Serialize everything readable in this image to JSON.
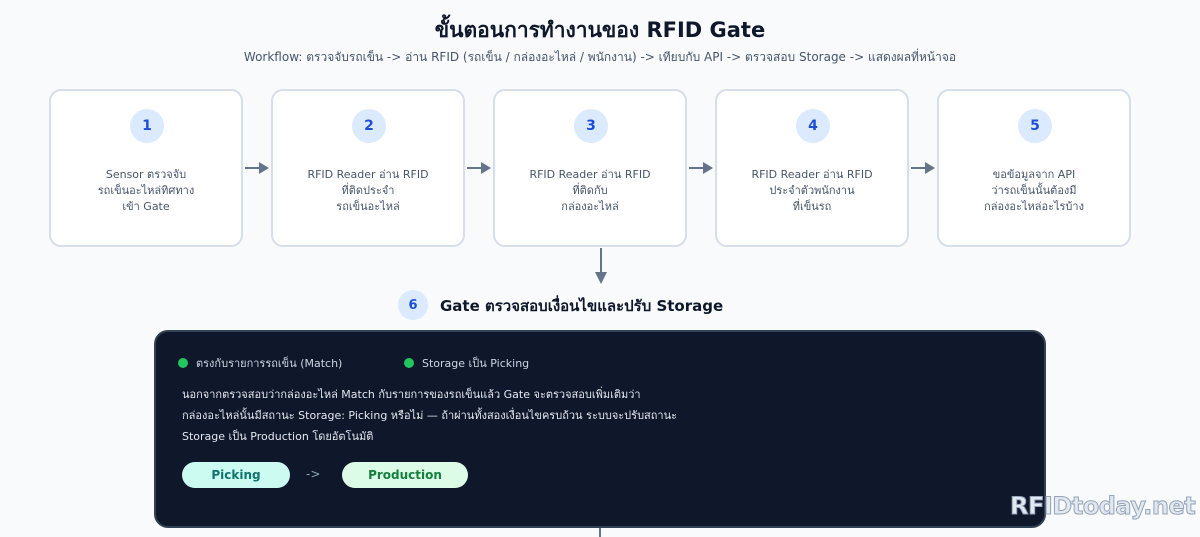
{
  "title": "ขั้นตอนการทำงานของ RFID Gate",
  "subtitle": "Workflow: ตรวจจับรถเข็น -> อ่าน RFID (รถเข็น / กล่องอะไหล่ / พนักงาน) -> เทียบกับ API -> ตรวจสอบ Storage -> แสดงผลที่หน้าจอ",
  "steps": [
    {
      "num": "1",
      "text": "Sensor ตรวจจับ\nรถเข็นอะไหล่ทิศทาง\nเข้า Gate"
    },
    {
      "num": "2",
      "text": "RFID Reader อ่าน RFID\nที่ติดประจำ\nรถเข็นอะไหล่"
    },
    {
      "num": "3",
      "text": "RFID Reader อ่าน RFID\nที่ติดกับ\nกล่องอะไหล่"
    },
    {
      "num": "4",
      "text": "RFID Reader อ่าน RFID\nประจำตัวพนักงาน\nที่เข็นรถ"
    },
    {
      "num": "5",
      "text": "ขอข้อมูลจาก API\nว่ารถเข็นนั้นต้องมี\nกล่องอะไหล่อะไรบ้าง"
    }
  ],
  "step6": {
    "num": "6",
    "title": "Gate ตรวจสอบเงื่อนไขและปรับ Storage",
    "checks": [
      "ตรงกับรายการรถเข็น (Match)",
      "Storage เป็น Picking"
    ],
    "description": [
      "นอกจากตรวจสอบว่ากล่องอะไหล่ Match กับรายการของรถเข็นแล้ว Gate จะตรวจสอบเพิ่มเติมว่า",
      "กล่องอะไหล่นั้นมีสถานะ Storage: Picking หรือไม่ — ถ้าผ่านทั้งสองเงื่อนไขครบถ้วน ระบบจะปรับสถานะ",
      "Storage เป็น Production โดยอัตโนมัติ"
    ],
    "from_state": "Picking",
    "arrow": "->",
    "to_state": "Production"
  },
  "watermark": "RFIDtoday.net",
  "colors": {
    "accent": "#1d4ed8",
    "panel": "#0f172a",
    "ok": "#22c55e"
  }
}
